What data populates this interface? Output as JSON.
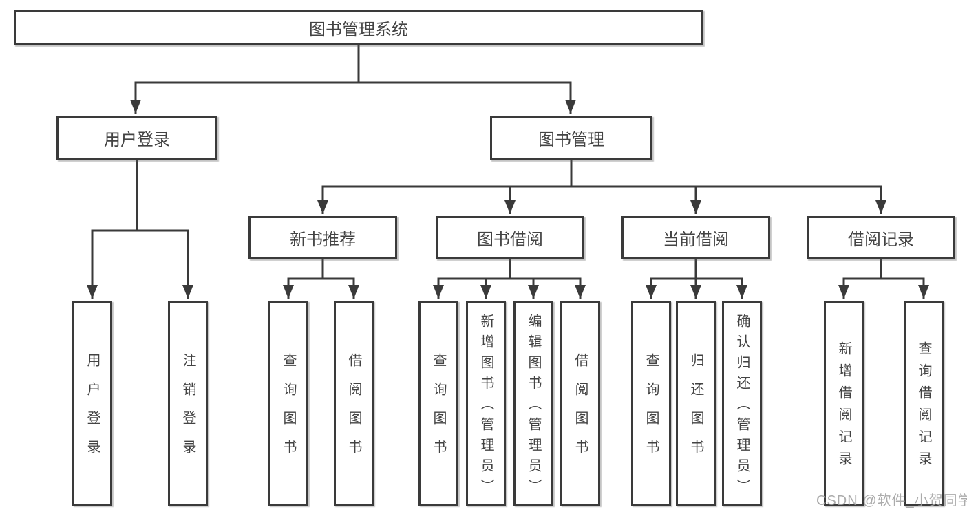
{
  "tree": {
    "root": {
      "label": "图书管理系统"
    },
    "branches": [
      {
        "label": "用户登录",
        "children": [
          {
            "label": "用户登录"
          },
          {
            "label": "注销登录"
          }
        ]
      },
      {
        "label": "图书管理",
        "children": [
          {
            "label": "新书推荐",
            "children": [
              {
                "label": "查询图书"
              },
              {
                "label": "借阅图书"
              }
            ]
          },
          {
            "label": "图书借阅",
            "children": [
              {
                "label": "查询图书"
              },
              {
                "label": "新增图书（管理员）"
              },
              {
                "label": "编辑图书（管理员）"
              },
              {
                "label": "借阅图书"
              }
            ]
          },
          {
            "label": "当前借阅",
            "children": [
              {
                "label": "查询图书"
              },
              {
                "label": "归还图书"
              },
              {
                "label": "确认归还（管理员）"
              }
            ]
          },
          {
            "label": "借阅记录",
            "children": [
              {
                "label": "新增借阅记录"
              },
              {
                "label": "查询借阅记录"
              }
            ]
          }
        ]
      }
    ]
  },
  "watermark": "CSDN @软件_小贺同学",
  "colors": {
    "line": "#3a3a3a",
    "text": "#434343",
    "watermark": "#a2a2a2",
    "background": "#ffffff"
  }
}
